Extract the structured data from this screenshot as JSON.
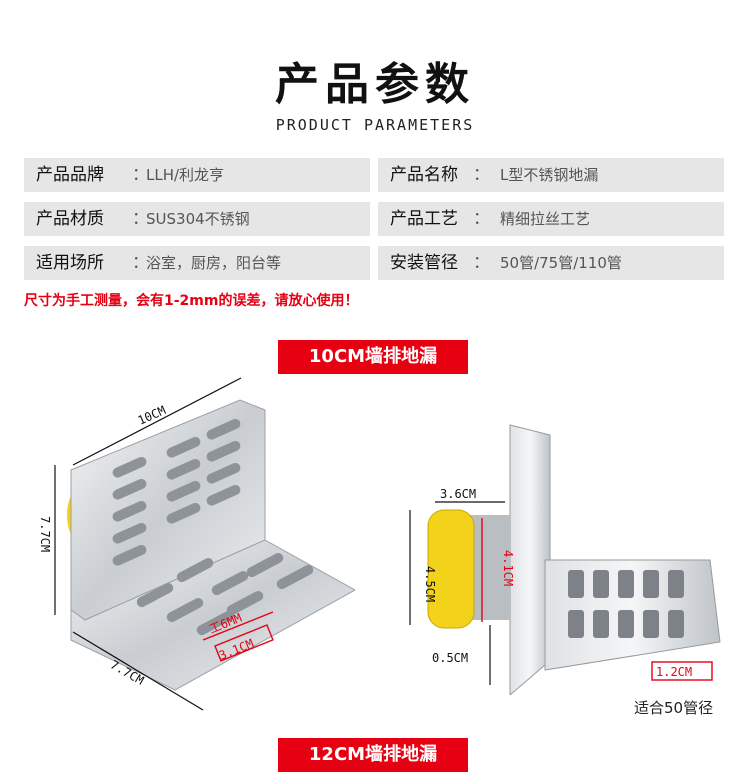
{
  "header": {
    "title": "产品参数",
    "subtitle": "PRODUCT PARAMETERS"
  },
  "params": [
    {
      "left": {
        "label": "产品品牌",
        "value": "LLH/利龙亨"
      },
      "right": {
        "label": "产品名称",
        "value": "L型不锈钢地漏"
      }
    },
    {
      "left": {
        "label": "产品材质",
        "value": "SUS304不锈钢"
      },
      "right": {
        "label": "产品工艺",
        "value": "精细拉丝工艺"
      }
    },
    {
      "left": {
        "label": "适用场所",
        "value": "浴室，厨房，阳台等"
      },
      "right": {
        "label": "安装管径",
        "value": "50管/75管/110管"
      }
    }
  ],
  "separator": "：",
  "warning": "尺寸为手工测量，会有1-2mm的误差，请放心使用！",
  "section1": {
    "banner": "10CM墙排地漏",
    "dims_left": {
      "width": "10CM",
      "height": "7.7CM",
      "depth": "7.7CM",
      "slot_len": "工6MM",
      "slot_w": "3.1CM"
    },
    "dims_right": {
      "pipe_len": "3.6CM",
      "height": "4.5CM",
      "pipe_dia": "4.1CM",
      "gap": "0.5CM",
      "lip": "1.2CM"
    },
    "note": "适合50管径"
  },
  "section2": {
    "banner": "12CM墙排地漏"
  },
  "colors": {
    "accent": "#e60012",
    "cell_bg": "#e6e6e6",
    "steel": "#c8ccd0",
    "yellow": "#f2d21a"
  }
}
